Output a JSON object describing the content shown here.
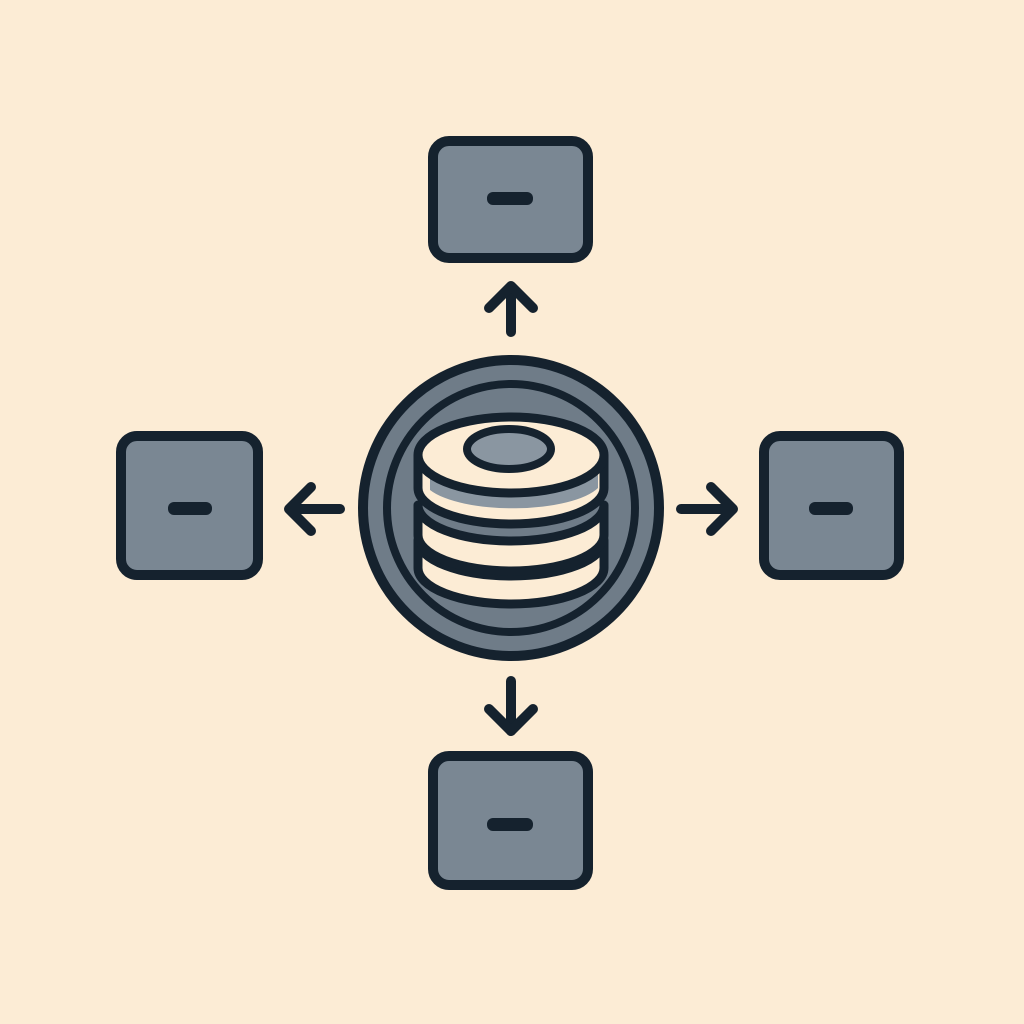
{
  "colors": {
    "background": "#fcecd5",
    "outline": "#15222e",
    "node_fill": "#7a8793",
    "hub_fill": "#6f7c88",
    "disk_fill": "#fcecd5",
    "disk_side": "#8a96a1"
  },
  "hub": {
    "icon": "database-stack-icon"
  },
  "nodes": [
    {
      "id": "top",
      "icon": "minus-icon",
      "connector": "arrow-up-icon"
    },
    {
      "id": "left",
      "icon": "minus-icon",
      "connector": "arrow-left-icon"
    },
    {
      "id": "right",
      "icon": "minus-icon",
      "connector": "arrow-right-icon"
    },
    {
      "id": "bottom",
      "icon": "minus-icon",
      "connector": "arrow-down-icon"
    }
  ]
}
